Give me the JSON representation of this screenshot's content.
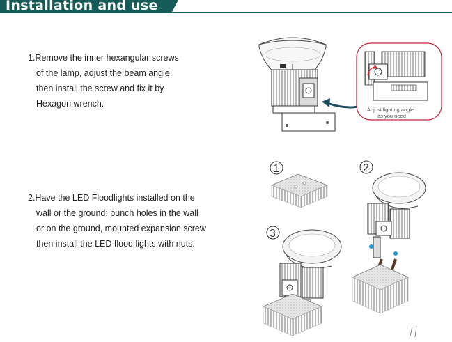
{
  "header": {
    "title": "Installation and use"
  },
  "step1": {
    "lines": [
      "1.Remove the inner hexangular screws",
      "of the lamp, adjust the beam angle,",
      "then install the screw and fix it by",
      "Hexagon wrench."
    ],
    "callout_lines": [
      "Adjust lighting angle",
      "as you need"
    ]
  },
  "step2": {
    "lines": [
      "2.Have the LED Floodlights installed on the",
      "wall or the ground: punch holes in the wall",
      "or on the ground, mounted expansion screw",
      "then install the LED flood lights with nuts."
    ],
    "markers": [
      "1",
      "2",
      "3"
    ]
  },
  "colors": {
    "accent": "#175b59",
    "arrow": "#1e4e5e",
    "callout_border": "#c2283c",
    "detail_arrow": "#d0202a"
  },
  "icons": [
    "flood-light-icon",
    "mounting-plate-icon",
    "expansion-screw-icon",
    "curved-arrow-icon"
  ]
}
